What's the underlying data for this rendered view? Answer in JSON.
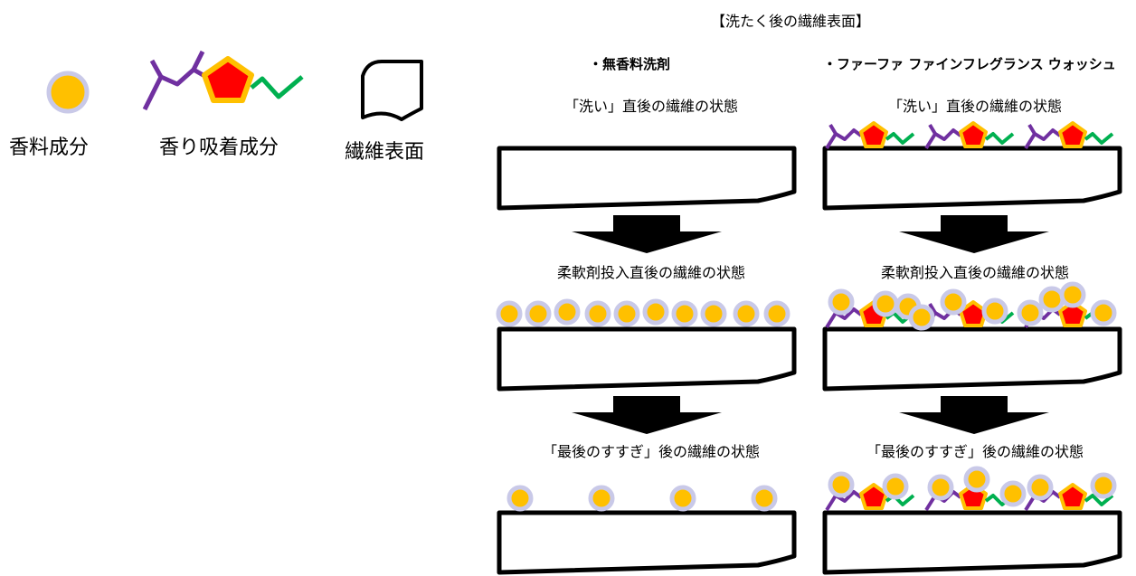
{
  "legend": {
    "fragrance": {
      "label": "香料成分",
      "icon": "fragrance-ingredient-icon"
    },
    "adsorbent": {
      "label": "香り吸着成分",
      "icon": "fragrance-adsorbent-molecule-icon"
    },
    "fiber": {
      "label": "繊維表面",
      "icon": "fiber-surface-icon"
    }
  },
  "diagram": {
    "title": "【洗たく後の繊維表面】",
    "columns": [
      {
        "heading": "・無香料洗剤",
        "stages": [
          "「洗い」直後の繊維の状態",
          "柔軟剤投入直後の繊維の状態",
          "「最後のすすぎ」後の繊維の状態"
        ]
      },
      {
        "heading": "・ファーファ ファインフレグランス ウォッシュ",
        "stages": [
          "「洗い」直後の繊維の状態",
          "柔軟剤投入直後の繊維の状態",
          "「最後のすすぎ」後の繊維の状態"
        ]
      }
    ]
  },
  "colors": {
    "fragrance_fill": "#FFC000",
    "fragrance_ring": "#C9C9E8",
    "pentagon_fill": "#FF0000",
    "pentagon_stroke": "#FFC000",
    "purple_chain": "#7030A0",
    "green_chain": "#00B050",
    "arrow": "#000000"
  }
}
